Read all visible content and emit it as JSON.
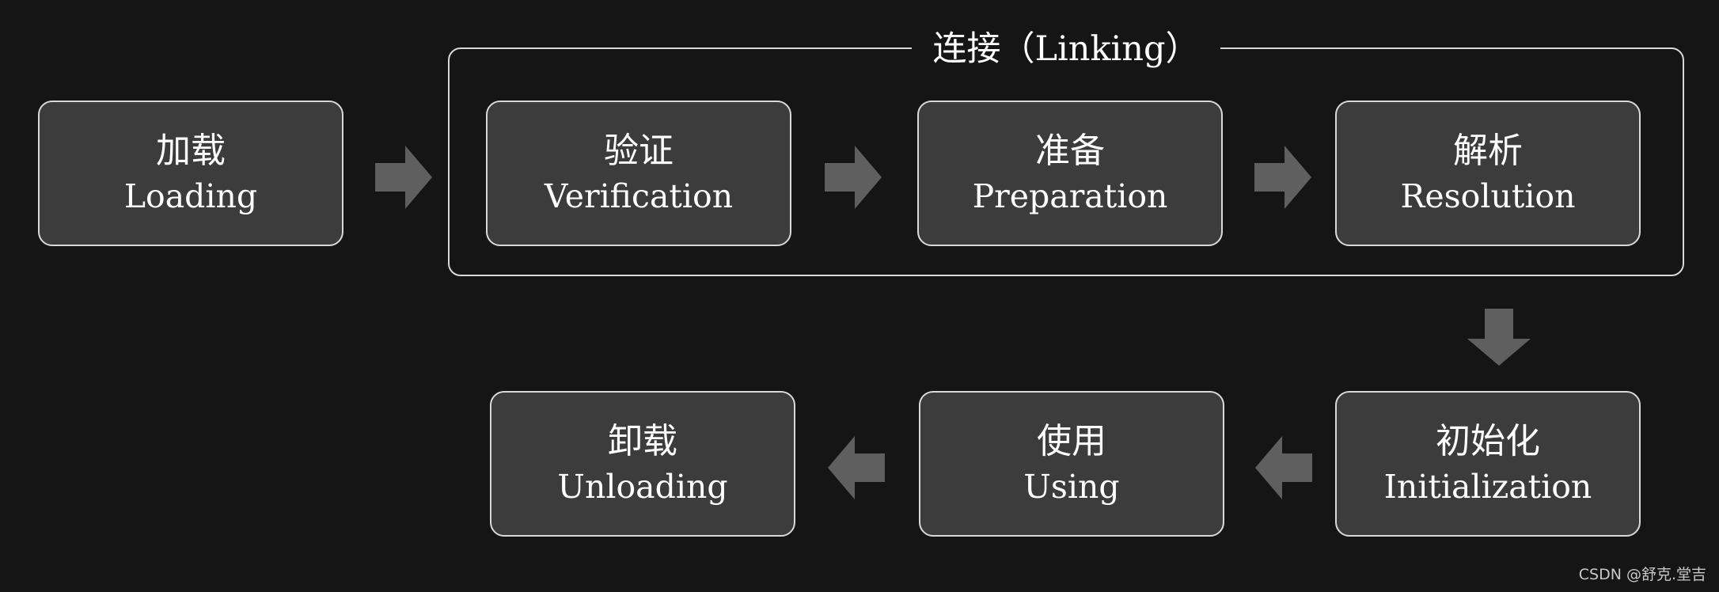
{
  "linking_group": {
    "title": "连接（Linking）"
  },
  "stages": {
    "loading": {
      "zh": "加载",
      "en": "Loading"
    },
    "verification": {
      "zh": "验证",
      "en": "Verification"
    },
    "preparation": {
      "zh": "准备",
      "en": "Preparation"
    },
    "resolution": {
      "zh": "解析",
      "en": "Resolution"
    },
    "initialization": {
      "zh": "初始化",
      "en": "Initialization"
    },
    "using": {
      "zh": "使用",
      "en": "Using"
    },
    "unloading": {
      "zh": "卸载",
      "en": "Unloading"
    }
  },
  "watermark": "CSDN @舒克.堂吉",
  "colors": {
    "background": "#151515",
    "box_fill": "#3c3c3c",
    "box_border": "#d9d9d9",
    "arrow": "#5f5f5f",
    "text": "#ffffff"
  }
}
